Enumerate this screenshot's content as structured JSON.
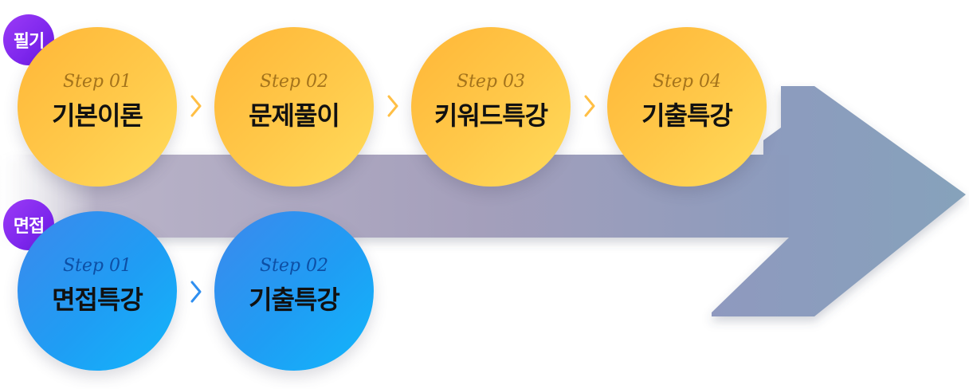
{
  "groups": [
    {
      "label": "필기",
      "steps": [
        {
          "step": "Step 01",
          "title": "기본이론"
        },
        {
          "step": "Step 02",
          "title": "문제풀이"
        },
        {
          "step": "Step 03",
          "title": "키워드특강"
        },
        {
          "step": "Step 04",
          "title": "기출특강"
        }
      ]
    },
    {
      "label": "면접",
      "steps": [
        {
          "step": "Step 01",
          "title": "면접특강"
        },
        {
          "step": "Step 02",
          "title": "기출특강"
        }
      ]
    }
  ],
  "colors": {
    "written": "#ffc94a",
    "interview": "#1f9df4",
    "badge": "#7b22ea",
    "arrow": "#8f9fbd"
  }
}
